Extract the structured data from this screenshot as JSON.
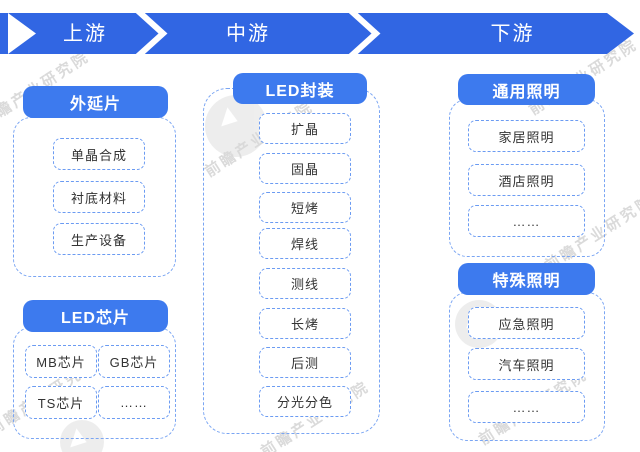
{
  "banner": {
    "segments": [
      {
        "label": "上游"
      },
      {
        "label": "中游"
      },
      {
        "label": "下游"
      }
    ]
  },
  "upstream": {
    "groups": [
      {
        "title": "外延片",
        "items": [
          "单晶合成",
          "衬底材料",
          "生产设备"
        ]
      },
      {
        "title": "LED芯片",
        "items": [
          "MB芯片",
          "GB芯片",
          "TS芯片",
          "……"
        ]
      }
    ]
  },
  "midstream": {
    "title": "LED封装",
    "items": [
      "扩晶",
      "固晶",
      "短烤",
      "焊线",
      "测线",
      "长烤",
      "后测",
      "分光分色"
    ]
  },
  "downstream": {
    "groups": [
      {
        "title": "通用照明",
        "items": [
          "家居照明",
          "酒店照明",
          "……"
        ]
      },
      {
        "title": "特殊照明",
        "items": [
          "应急照明",
          "汽车照明",
          "……"
        ]
      }
    ]
  },
  "watermark": {
    "text": "前瞻产业研究院"
  },
  "colors": {
    "banner_blue": "#3166E3",
    "pill_blue": "#3D7AEE",
    "dash_blue": "#6B9BF2",
    "text_dark": "#333333"
  }
}
